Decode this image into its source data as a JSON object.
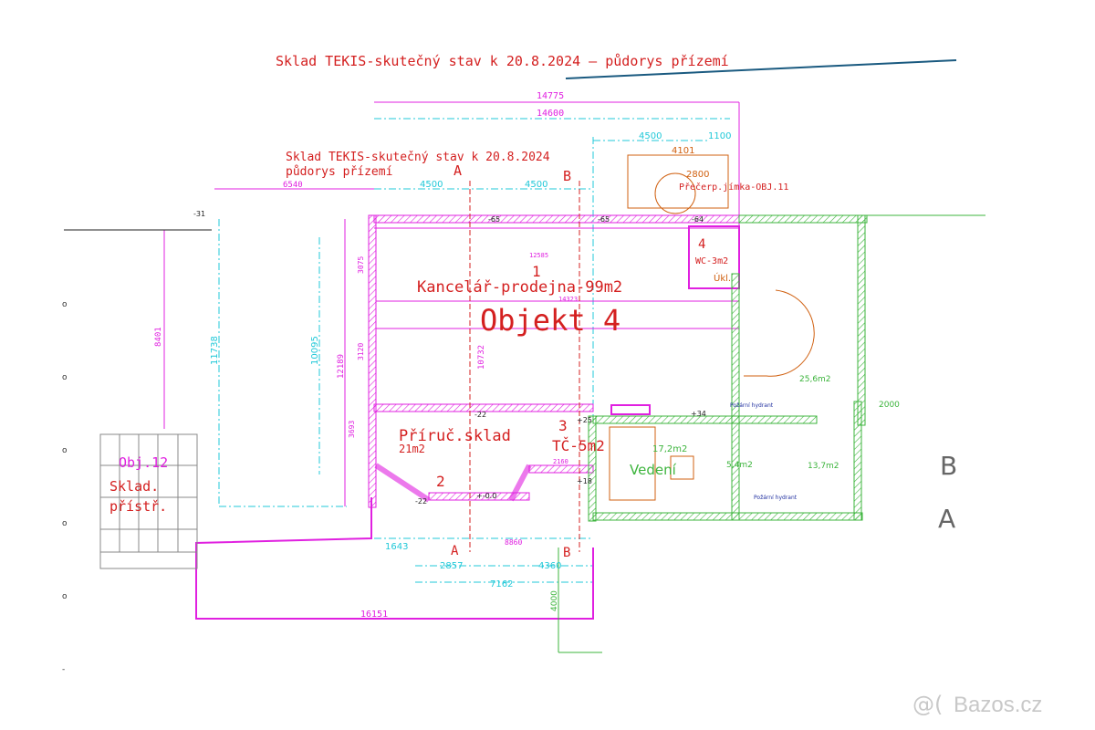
{
  "title": "Sklad TEKIS-skutečný stav k 20.8.2024 – půdorys přízemí",
  "inner_title": {
    "line1": "Sklad TEKIS-skutečný stav k 20.8.2024",
    "line2": "půdorys přízemí"
  },
  "rooms": {
    "r1_num": "1",
    "r1_name": "Kancelář-prodejna-99m2",
    "building": "Objekt 4",
    "r_store": "Příruč.sklad",
    "r_store_area": "21m2",
    "r2_num": "2",
    "r3_num": "3",
    "r3_name": "TČ-5m2",
    "r4_num": "4",
    "r4_name": "WC-3m2",
    "cleaning": "Úkl.",
    "vedeni_area": "17,2m2",
    "vedeni": "Vedení",
    "a54": "5,4m2",
    "a137": "13,7m2",
    "a256": "25,6m2",
    "obj12": "Obj.12",
    "obj12_l2": "Sklad.",
    "obj12_l3": "přístř.",
    "pump": "Přečerp.jímka-OBJ.11",
    "hydrant1": "Požární hydrant",
    "hydrant2": "Požární hydrant"
  },
  "sections": {
    "a_top": "A",
    "b_top": "B",
    "a_bot": "A",
    "b_bot": "B",
    "b_big": "B",
    "a_big": "A"
  },
  "dims": {
    "d14775": "14775",
    "d14600": "14600",
    "d4500r": "4500",
    "d1100": "1100",
    "d4101": "4101",
    "d2800": "2800",
    "d4500a": "4500",
    "d4500b": "4500",
    "d6540": "6540",
    "d12585": "12585",
    "d14323": "14323",
    "d8401": "8401",
    "d11738": "11738",
    "d10095": "10095",
    "d12189": "12189",
    "d10732": "10732",
    "d8860": "8860",
    "d1643": "1643",
    "d2857": "2857",
    "d4360": "4360",
    "d7162": "7162",
    "d16151": "16151",
    "d2000": "2000",
    "d4000": "4000",
    "d3120": "3120",
    "d3075": "3075",
    "d3693": "3693",
    "d2160": "2160"
  },
  "levels": {
    "l1": "-65",
    "l2": "-65",
    "l3": "-64",
    "l4": "-22",
    "l5": "-22",
    "l6": "+-0.0",
    "l7": "+18",
    "l8": "+25",
    "l9": "+34",
    "l10": "-31"
  },
  "watermark": "Bazos.cz",
  "colors": {
    "walls_obj4": "#e020e0",
    "walls_other": "#3cb43c",
    "labels": "#d42020",
    "dims": "#20c8d8"
  }
}
